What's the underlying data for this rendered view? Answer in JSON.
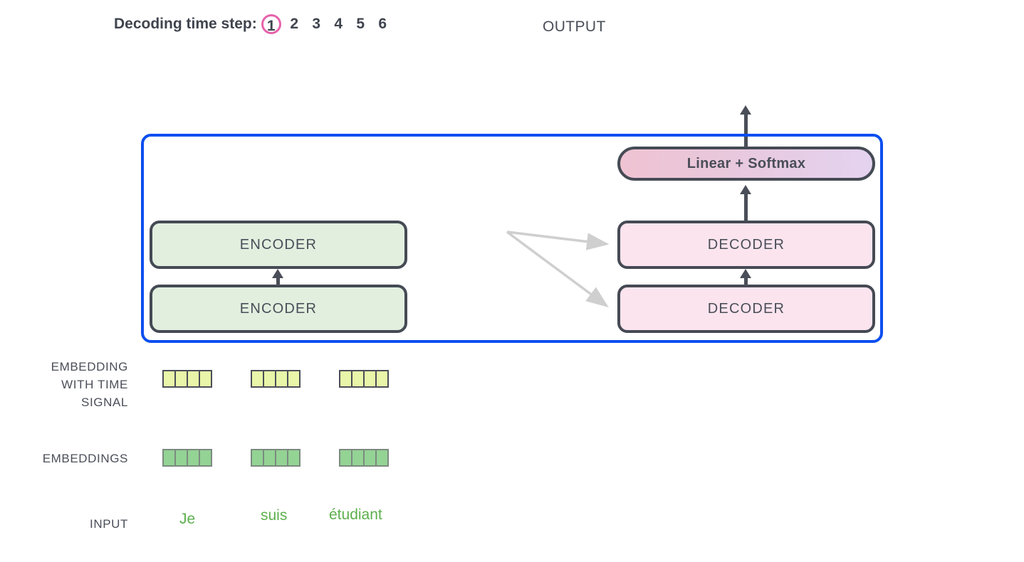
{
  "header": {
    "timestep_label": "Decoding time step:",
    "steps": [
      "1",
      "2",
      "3",
      "4",
      "5",
      "6"
    ],
    "active_step_index": 0,
    "active_step_color": "#e663ab",
    "output_label": "OUTPUT"
  },
  "model": {
    "container_border_color": "#0b4ef0",
    "linear_softmax": "Linear + Softmax",
    "encoder_stack": [
      {
        "label": "ENCODER"
      },
      {
        "label": "ENCODER"
      }
    ],
    "decoder_stack": [
      {
        "label": "DECODER"
      },
      {
        "label": "DECODER"
      }
    ],
    "encoder_fill": "#e2efdf",
    "decoder_fill": "#fbe4ee",
    "block_border": "#454a54"
  },
  "rows": {
    "embedding_time_signal": {
      "label_lines": [
        "EMBEDDING",
        "WITH TIME",
        "SIGNAL"
      ],
      "cell_color": "#e9f5a8",
      "tokens": [
        {
          "cells": 4
        },
        {
          "cells": 4
        },
        {
          "cells": 4
        }
      ]
    },
    "embeddings": {
      "label": "EMBEDDINGS",
      "cell_color": "#93d394",
      "tokens": [
        {
          "cells": 4
        },
        {
          "cells": 4
        },
        {
          "cells": 4
        }
      ]
    },
    "input": {
      "label": "INPUT",
      "word_color": "#5cb04c",
      "words": [
        "Je",
        "suis",
        "étudiant"
      ]
    }
  }
}
